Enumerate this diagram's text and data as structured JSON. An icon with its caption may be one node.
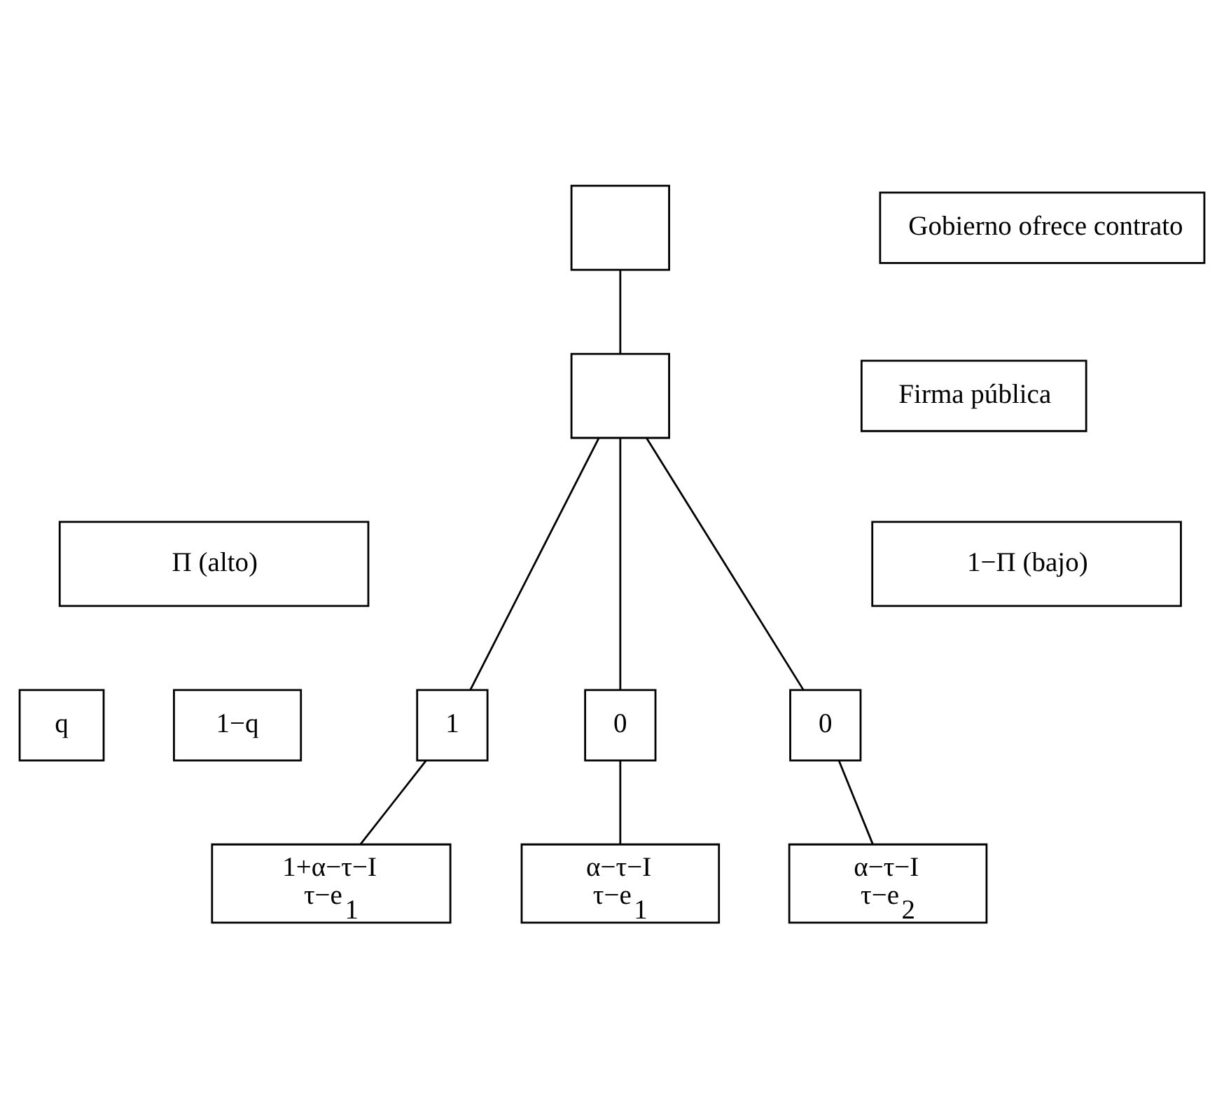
{
  "diagram": {
    "nodes": [
      {
        "text": [],
        "shape": "box"
      },
      {
        "text": [
          "Gobierno ofrece contrato"
        ]
      },
      {
        "text": [],
        "shape": "box"
      },
      {
        "text": [
          "Firma pública"
        ]
      },
      {
        "text": [
          "Π (alto)"
        ]
      },
      {
        "text": [
          "1−Π (bajo)"
        ]
      },
      {
        "text": [
          "q"
        ]
      },
      {
        "text": [
          "1−q"
        ]
      },
      {
        "text": [
          "1"
        ]
      },
      {
        "text": [
          "0"
        ]
      },
      {
        "text": [
          "0"
        ]
      },
      {
        "text": [
          "1+α−τ−I",
          "τ−e$_{1}$"
        ]
      },
      {
        "text": [
          "α−τ−I",
          "τ−e$_{1}$"
        ]
      },
      {
        "text": [
          "α−τ−I",
          "τ−e$_{2}$"
        ]
      }
    ],
    "edges": [
      {
        "from": 0,
        "to": 2,
        "arrow": "none"
      },
      {
        "from": 2,
        "to": 8,
        "arrow": "none"
      },
      {
        "from": 2,
        "to": 9,
        "arrow": "none"
      },
      {
        "from": 2,
        "to": 10,
        "arrow": "none"
      },
      {
        "from": 8,
        "to": 11,
        "arrow": "none"
      },
      {
        "from": 9,
        "to": 12,
        "arrow": "none"
      },
      {
        "from": 10,
        "to": 13,
        "arrow": "none"
      }
    ]
  }
}
